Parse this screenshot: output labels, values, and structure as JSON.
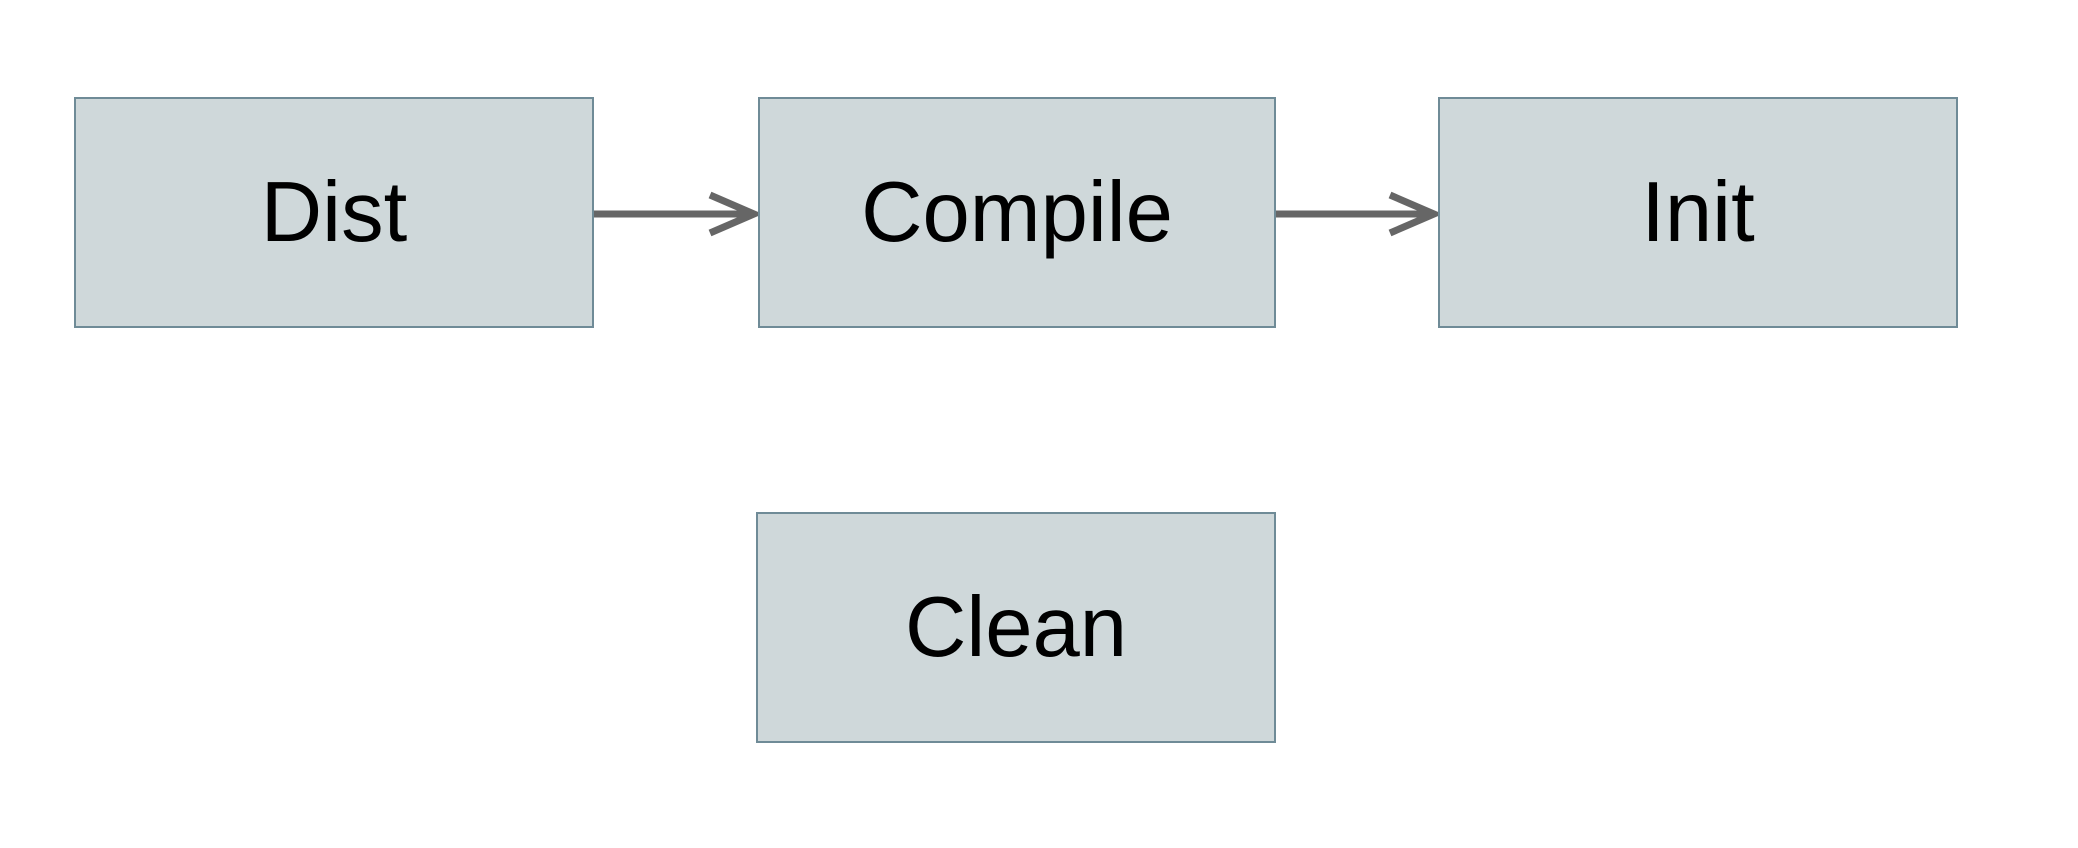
{
  "diagram": {
    "type": "flowchart",
    "nodes": [
      {
        "id": "dist",
        "label": "Dist"
      },
      {
        "id": "compile",
        "label": "Compile"
      },
      {
        "id": "init",
        "label": "Init"
      },
      {
        "id": "clean",
        "label": "Clean"
      }
    ],
    "edges": [
      {
        "from": "dist",
        "to": "compile",
        "style": "arrow-right"
      },
      {
        "from": "compile",
        "to": "init",
        "style": "arrow-right"
      }
    ],
    "colors": {
      "background": "#ffffff",
      "node_fill": "#cfd8da",
      "node_border": "#6f8b97",
      "arrow": "#666666",
      "text": "#000000"
    }
  }
}
